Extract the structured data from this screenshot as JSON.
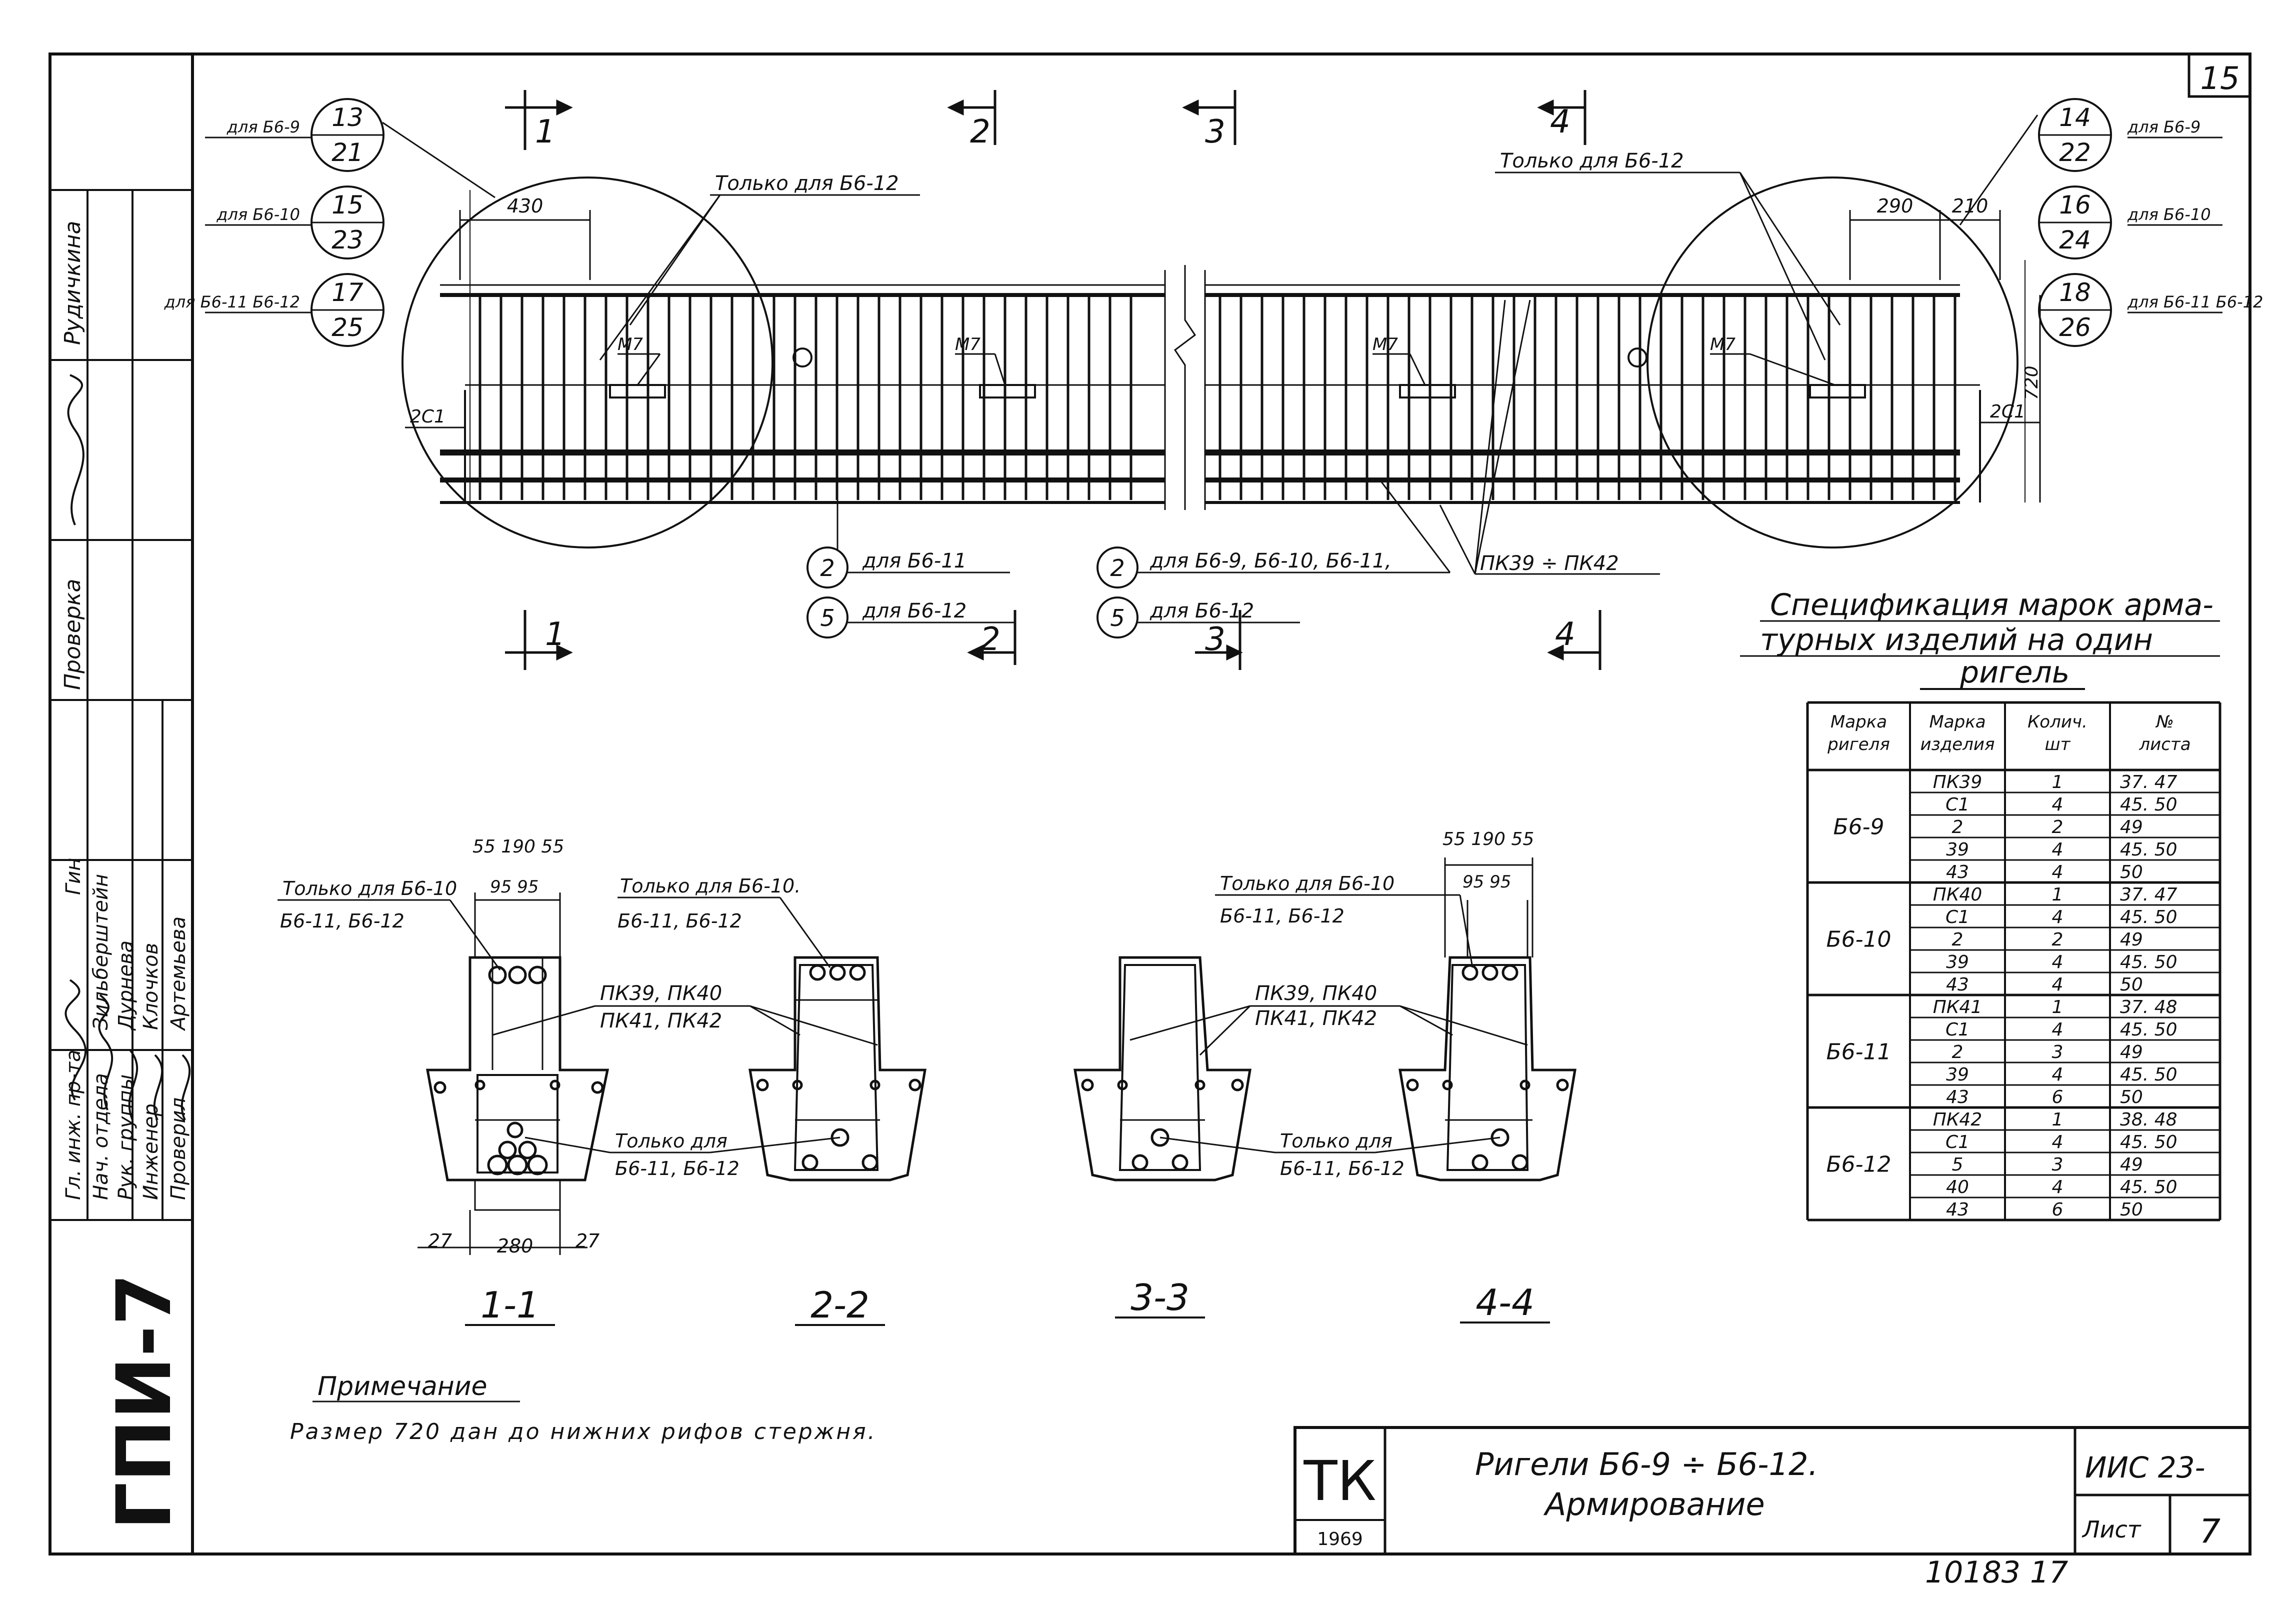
{
  "sheet": {
    "page_number": "15",
    "side_stamp": "ГПИ-7",
    "bottom_number": "10183 17",
    "note_title": "Примечание",
    "note_text": "Размер 720 дан до нижних рифов стержня."
  },
  "signatures": {
    "roles": [
      "Гл. инж. пр-та",
      "Нач. отдела",
      "Рук. группы",
      "Инженер",
      "Проверил"
    ],
    "names": [
      "Гин",
      "Зильберштейн",
      "Дурнева",
      "Клочков",
      "Артемьева"
    ],
    "side_labels": [
      "Проверка",
      "Рудичкина"
    ]
  },
  "title_block": {
    "logo": "ТК",
    "year": "1969",
    "title_line1": "Ригели Б6-9 ÷ Б6-12.",
    "title_line2": "Армирование",
    "series": "ИИС 23-",
    "sheet_label": "Лист",
    "sheet_no": "7"
  },
  "elevation": {
    "section_marks": [
      "1",
      "2",
      "3",
      "4"
    ],
    "left_callouts": [
      {
        "label": "для Б6-9",
        "top": "13",
        "bottom": "21"
      },
      {
        "label": "для Б6-10",
        "top": "15",
        "bottom": "23"
      },
      {
        "label": "для Б6-11 Б6-12",
        "top": "17",
        "bottom": "25"
      }
    ],
    "right_callouts": [
      {
        "label": "для Б6-9",
        "top": "14",
        "bottom": "22"
      },
      {
        "label": "для Б6-10",
        "top": "16",
        "bottom": "24"
      },
      {
        "label": "для Б6-11 Б6-12",
        "top": "18",
        "bottom": "26"
      }
    ],
    "only_b612_left": "Только для Б6-12",
    "only_b612_right": "Только для Б6-12",
    "dim_430": "430",
    "dim_290": "290",
    "dim_210": "210",
    "dim_720": "720",
    "m7": "М7",
    "c1": "2С1",
    "bottom_callouts": [
      {
        "num": "2",
        "text": "для Б6-11"
      },
      {
        "num": "5",
        "text": "для Б6-12"
      },
      {
        "num": "2",
        "text": "для Б6-9, Б6-10, Б6-11,"
      },
      {
        "num": "5",
        "text": "для Б6-12"
      }
    ],
    "pk_range": "ПК39 ÷ ПК42"
  },
  "sections": {
    "labels": [
      "1-1",
      "2-2",
      "3-3",
      "4-4"
    ],
    "dims_top": "55 190 55",
    "dims_9595": "95 95",
    "dims_bottom": [
      "27",
      "280",
      "27"
    ],
    "only_for_b610_a": "Только для Б6-10",
    "only_for_b610_b": "Б6-11, Б6-12",
    "only_for_b610_c": "Только для Б6-10.",
    "only_for_b610_d": "Б6-11, Б6-12",
    "pk_list_1": "ПК39, ПК40",
    "pk_list_2": "ПК41, ПК42",
    "only_for_a": "Только для",
    "only_for_b": "Б6-11, Б6-12"
  },
  "spec": {
    "title_line1": "Спецификация марок арма-",
    "title_line2": "турных изделий на один",
    "title_line3": "ригель",
    "headers": [
      "Марка ригеля",
      "Марка изделия",
      "Колич. шт",
      "№ листа"
    ],
    "groups": [
      {
        "beam": "Б6-9",
        "rows": [
          [
            "ПК39",
            "1",
            "37. 47"
          ],
          [
            "С1",
            "4",
            "45. 50"
          ],
          [
            "2",
            "2",
            "49"
          ],
          [
            "39",
            "4",
            "45. 50"
          ],
          [
            "43",
            "4",
            "50"
          ]
        ]
      },
      {
        "beam": "Б6-10",
        "rows": [
          [
            "ПК40",
            "1",
            "37. 47"
          ],
          [
            "С1",
            "4",
            "45. 50"
          ],
          [
            "2",
            "2",
            "49"
          ],
          [
            "39",
            "4",
            "45. 50"
          ],
          [
            "43",
            "4",
            "50"
          ]
        ]
      },
      {
        "beam": "Б6-11",
        "rows": [
          [
            "ПК41",
            "1",
            "37. 48"
          ],
          [
            "С1",
            "4",
            "45. 50"
          ],
          [
            "2",
            "3",
            "49"
          ],
          [
            "39",
            "4",
            "45. 50"
          ],
          [
            "43",
            "6",
            "50"
          ]
        ]
      },
      {
        "beam": "Б6-12",
        "rows": [
          [
            "ПК42",
            "1",
            "38. 48"
          ],
          [
            "С1",
            "4",
            "45. 50"
          ],
          [
            "5",
            "3",
            "49"
          ],
          [
            "40",
            "4",
            "45. 50"
          ],
          [
            "43",
            "6",
            "50"
          ]
        ]
      }
    ]
  }
}
